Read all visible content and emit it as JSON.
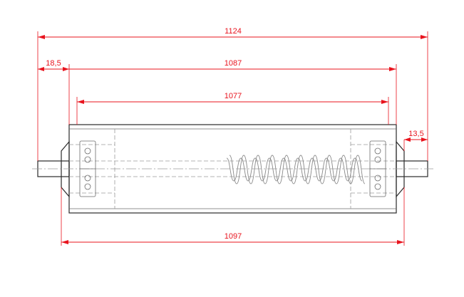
{
  "dimensions": {
    "overall_length": "1124",
    "shaft_offset": "18,5",
    "tube_length": "1087",
    "inner_length": "1077",
    "flat_length": "13,5",
    "shell_length": "1097"
  },
  "colors": {
    "dimension": "#e8141e",
    "outline": "#2a2a2a",
    "hidden": "#9a9a9a"
  }
}
